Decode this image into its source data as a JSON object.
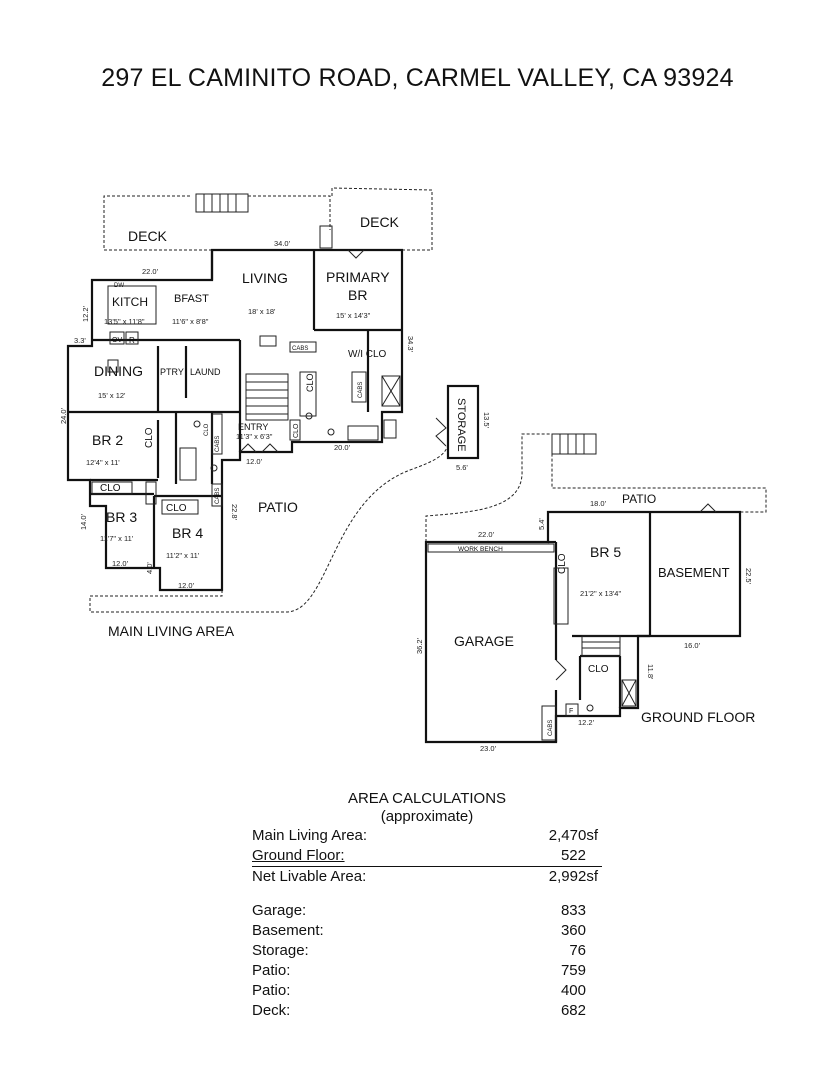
{
  "title": "297 EL CAMINITO ROAD, CARMEL VALLEY, CA  93924",
  "main_area_label": "MAIN LIVING AREA",
  "ground_floor_label": "GROUND FLOOR",
  "rooms": {
    "deck_left": "DECK",
    "deck_right": "DECK",
    "living": "LIVING",
    "living_dim": "18' x 18'",
    "primary_1": "PRIMARY",
    "primary_2": "BR",
    "primary_dim": "15' x 14'3\"",
    "kitch": "KITCH",
    "kitch_dim": "13'5\" x 11'8\"",
    "bfast": "BFAST",
    "bfast_dim": "11'6\" x 8'8\"",
    "dining": "DINING",
    "dining_dim": "15' x 12'",
    "ptry": "PTRY",
    "laund": "LAUND",
    "wi_clo": "W/I CLO",
    "cabs": "CABS",
    "clo": "CLO",
    "entry": "ENTRY",
    "entry_dim": "11'3\" x 6'3\"",
    "storage": "STORAGE",
    "br2": "BR 2",
    "br2_dim": "12'4\" x 11'",
    "br3": "BR 3",
    "br3_dim": "11'7\" x 11'",
    "br4": "BR 4",
    "br4_dim": "11'2\" x 11'",
    "patio_main": "PATIO",
    "patio_ground": "PATIO",
    "br5": "BR 5",
    "br5_dim": "21'2\" x 13'4\"",
    "basement": "BASEMENT",
    "garage": "GARAGE",
    "work_bench": "WORK BENCH",
    "dw": "DW",
    "ov": "OV",
    "r": "R",
    "f": "F"
  },
  "dims": {
    "d34": "34.0'",
    "d22a": "22.0'",
    "d12_2": "12.2'",
    "d3_3": "3.3'",
    "d24": "24.0'",
    "d34_3": "34.3'",
    "d20": "20.0'",
    "d12a": "12.0'",
    "d13_5": "13.5'",
    "d5_6": "5.6'",
    "d14": "14.0'",
    "d22_8": "22.8'",
    "d12b": "12.0'",
    "d4": "4.0'",
    "d12c": "12.0'",
    "d18": "18.0'",
    "d22b": "22.0'",
    "d5_4": "5.4'",
    "d22_5": "22.5'",
    "d16": "16.0'",
    "d36_2": "36.2'",
    "d11_8": "11.8'",
    "d12_2b": "12.2'",
    "d23": "23.0'"
  },
  "area_calculations": {
    "heading": "AREA CALCULATIONS",
    "subheading": "(approximate)",
    "primary_rows": [
      {
        "label": "Main Living Area:",
        "value": "2,470sf"
      },
      {
        "label": "Ground Floor:",
        "value": "522"
      },
      {
        "label": "Net Livable Area:",
        "value": "2,992sf"
      }
    ],
    "secondary_rows": [
      {
        "label": "Garage:",
        "value": "833"
      },
      {
        "label": "Basement:",
        "value": "360"
      },
      {
        "label": "Storage:",
        "value": "76"
      },
      {
        "label": "Patio:",
        "value": "759"
      },
      {
        "label": "Patio:",
        "value": "400"
      },
      {
        "label": "Deck:",
        "value": "682"
      }
    ]
  }
}
